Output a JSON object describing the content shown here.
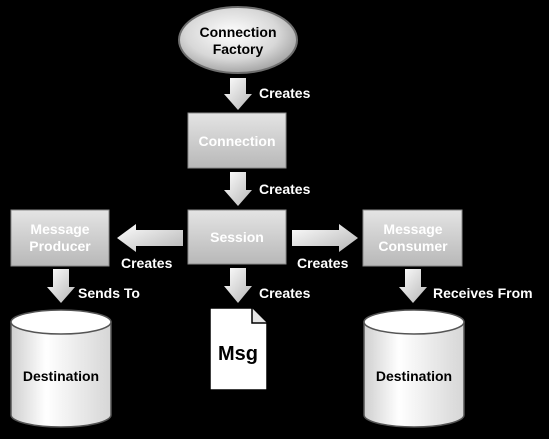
{
  "nodes": {
    "connection_factory": {
      "line1": "Connection",
      "line2": "Factory"
    },
    "connection": {
      "label": "Connection"
    },
    "session": {
      "label": "Session"
    },
    "message_producer": {
      "line1": "Message",
      "line2": "Producer"
    },
    "message_consumer": {
      "line1": "Message",
      "line2": "Consumer"
    },
    "msg": {
      "label": "Msg"
    },
    "destination_left": {
      "label": "Destination"
    },
    "destination_right": {
      "label": "Destination"
    }
  },
  "edges": {
    "factory_to_connection": "Creates",
    "connection_to_session": "Creates",
    "session_to_producer": "Creates",
    "session_to_consumer": "Creates",
    "session_to_msg": "Creates",
    "producer_to_destination": "Sends To",
    "consumer_to_destination": "Receives From"
  },
  "colors": {
    "background": "#000000",
    "box_fill": "#d0d0d0",
    "box_text": "#ffffff",
    "arrow": "#e0e0e0",
    "cylinder_fill": "#f2f2f2",
    "doc_fill": "#ffffff"
  }
}
